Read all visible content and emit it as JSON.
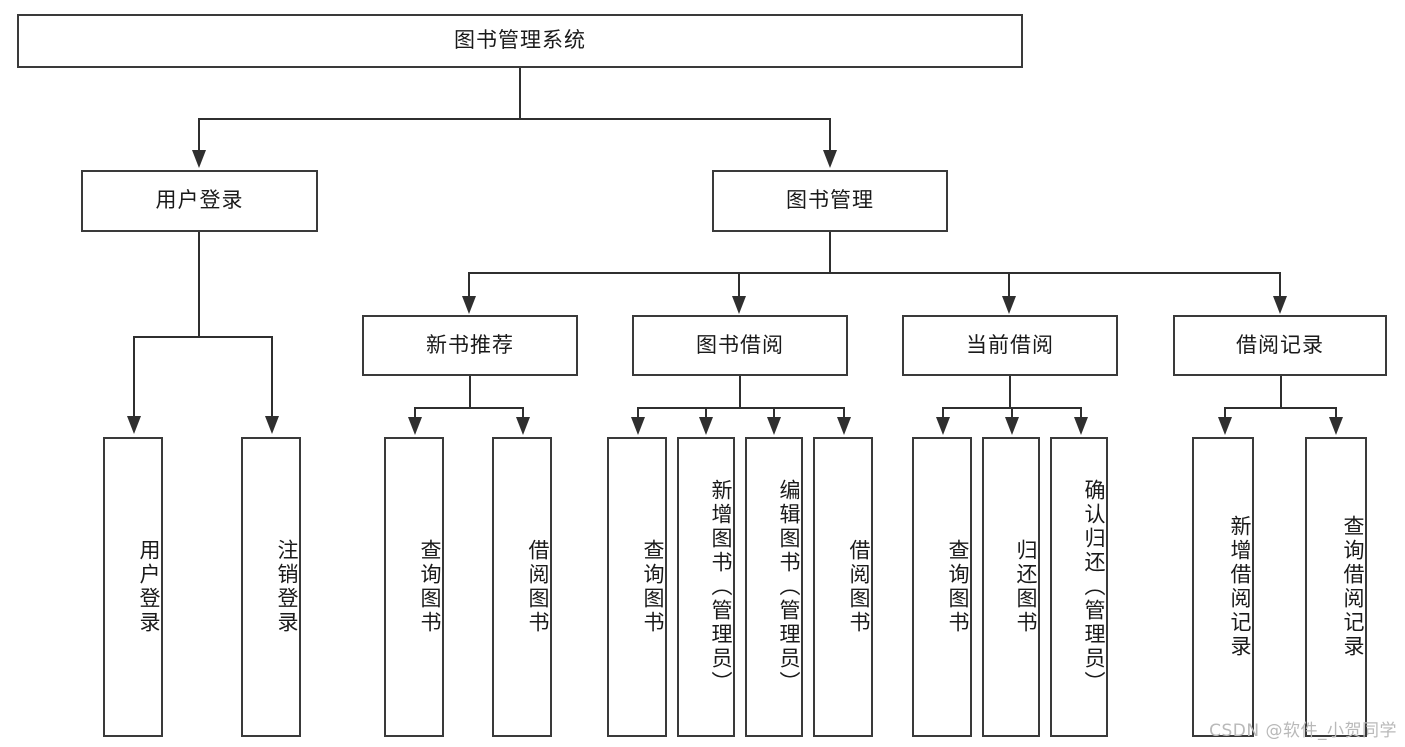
{
  "diagram": {
    "title": "图书管理系统",
    "watermark": "CSDN @软件_小贺同学",
    "colors": {
      "box_border": "#3a3a3a",
      "connector": "#2f2f2f",
      "text": "#1a1a1a",
      "background": "#ffffff",
      "watermark": "#b9b9b9"
    },
    "root": {
      "label": "图书管理系统"
    },
    "level2": [
      {
        "label": "用户登录"
      },
      {
        "label": "图书管理"
      }
    ],
    "level3": [
      {
        "label": "新书推荐"
      },
      {
        "label": "图书借阅"
      },
      {
        "label": "当前借阅"
      },
      {
        "label": "借阅记录"
      }
    ],
    "leaves": {
      "user_login": [
        {
          "label": "用户登录"
        },
        {
          "label": "注销登录"
        }
      ],
      "new_book_recommend": [
        {
          "label": "查询图书"
        },
        {
          "label": "借阅图书"
        }
      ],
      "book_borrow": [
        {
          "label": "查询图书"
        },
        {
          "label": "新增图书（管理员）"
        },
        {
          "label": "编辑图书（管理员）"
        },
        {
          "label": "借阅图书"
        }
      ],
      "current_borrow": [
        {
          "label": "查询图书"
        },
        {
          "label": "归还图书"
        },
        {
          "label": "确认归还（管理员）"
        }
      ],
      "borrow_record": [
        {
          "label": "新增借阅记录"
        },
        {
          "label": "查询借阅记录"
        }
      ]
    }
  }
}
